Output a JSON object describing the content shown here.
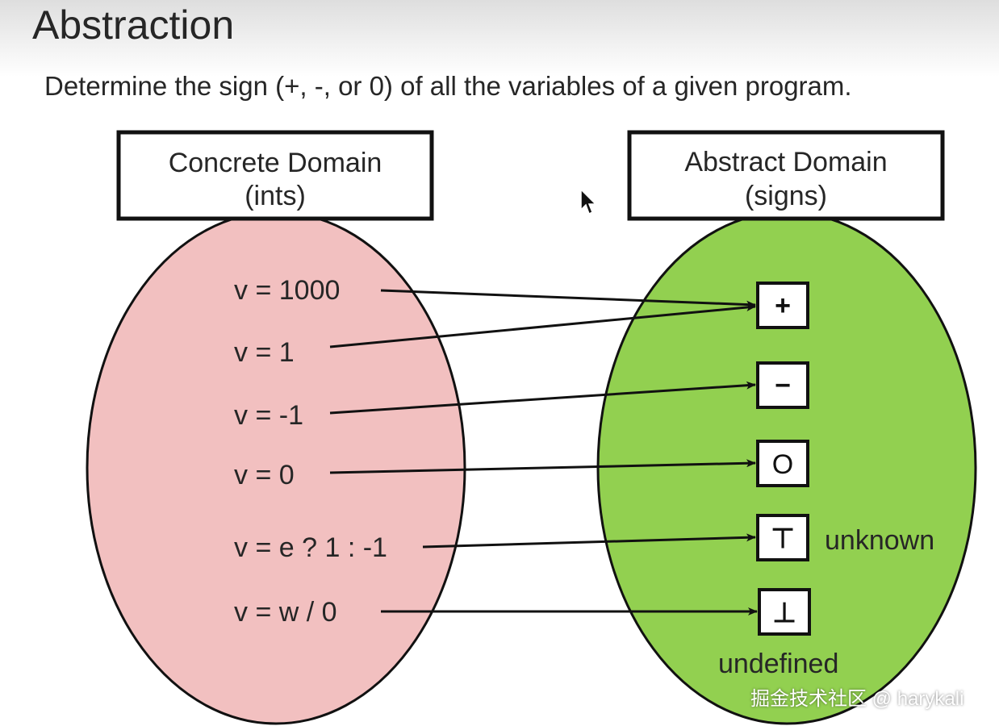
{
  "slide": {
    "title": "Abstraction",
    "subtitle": "Determine the sign (+, -, or 0) of all the variables of a given program."
  },
  "concrete_domain": {
    "title_line1": "Concrete Domain",
    "title_line2": "(ints)",
    "fill_color": "#f2c0c0",
    "assignments": [
      "v = 1000",
      "v = 1",
      "v = -1",
      "v = 0",
      "v = e ? 1 : -1",
      "v = w / 0"
    ]
  },
  "abstract_domain": {
    "title_line1": "Abstract Domain",
    "title_line2": "(signs)",
    "fill_color": "#92d050",
    "signs": [
      {
        "symbol": "+",
        "label": ""
      },
      {
        "symbol": "−",
        "label": ""
      },
      {
        "symbol": "O",
        "label": ""
      },
      {
        "symbol": "⊤",
        "label": "unknown"
      },
      {
        "symbol": "⊥",
        "label": "undefined"
      }
    ]
  },
  "mapping": [
    0,
    0,
    1,
    2,
    3,
    4
  ],
  "watermark": "掘金技术社区 @ harykali"
}
